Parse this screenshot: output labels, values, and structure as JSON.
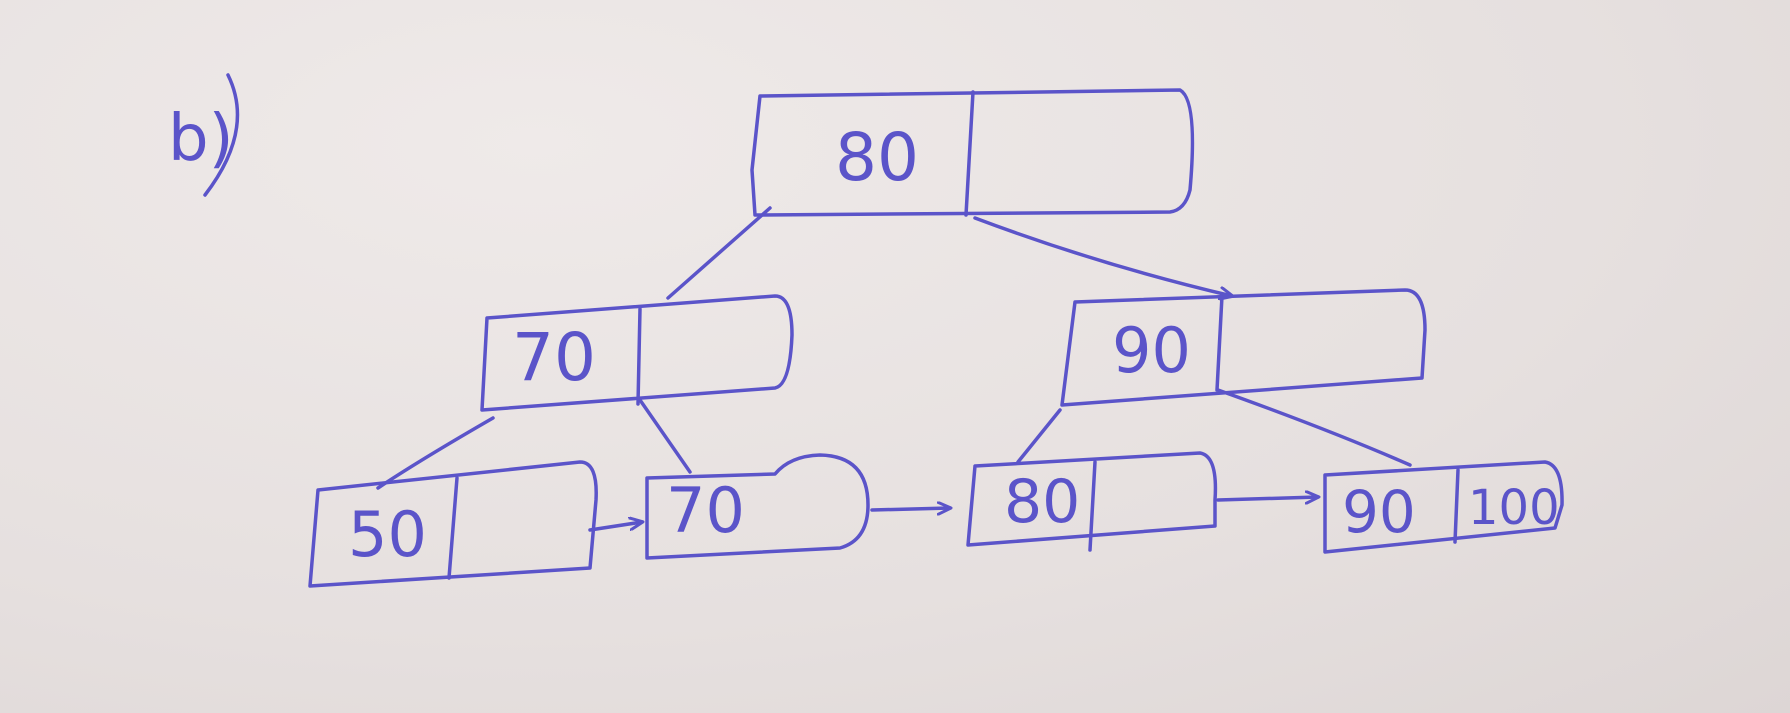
{
  "label": "b)",
  "ink_color": "#5b54c9",
  "paper_color": "#e8e2e1",
  "nodes": {
    "root": {
      "keys": [
        "80",
        ""
      ]
    },
    "left_internal": {
      "keys": [
        "70",
        ""
      ]
    },
    "right_internal": {
      "keys": [
        "90",
        ""
      ]
    },
    "leaf1": {
      "keys": [
        "50",
        ""
      ]
    },
    "leaf2": {
      "keys": [
        "70",
        ""
      ]
    },
    "leaf3": {
      "keys": [
        "80",
        ""
      ]
    },
    "leaf4": {
      "keys": [
        "90",
        "100"
      ]
    }
  }
}
